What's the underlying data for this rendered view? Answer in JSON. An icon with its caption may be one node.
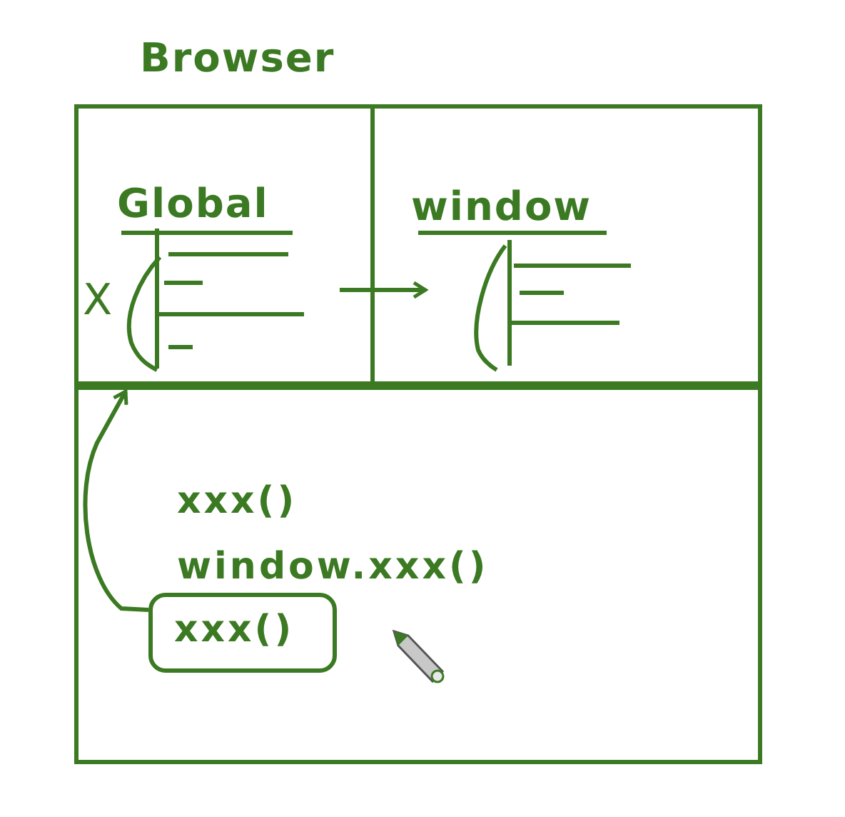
{
  "diagram": {
    "nodes": [
      {
        "text": [
          "Browser"
        ]
      },
      {
        "text": [
          "Global"
        ],
        "in": 0
      },
      {
        "text": [
          "window"
        ],
        "in": 0
      },
      {
        "text": [
          "xxx()",
          "window.xxx()"
        ],
        "in": 0
      },
      {
        "text": [
          "xxx()"
        ],
        "in": 3
      }
    ],
    "edges": [
      {
        "from": 1,
        "to": 2,
        "arrow": "to"
      },
      {
        "from": 4,
        "to": 1,
        "arrow": "to"
      }
    ],
    "labels": [
      "X"
    ]
  }
}
